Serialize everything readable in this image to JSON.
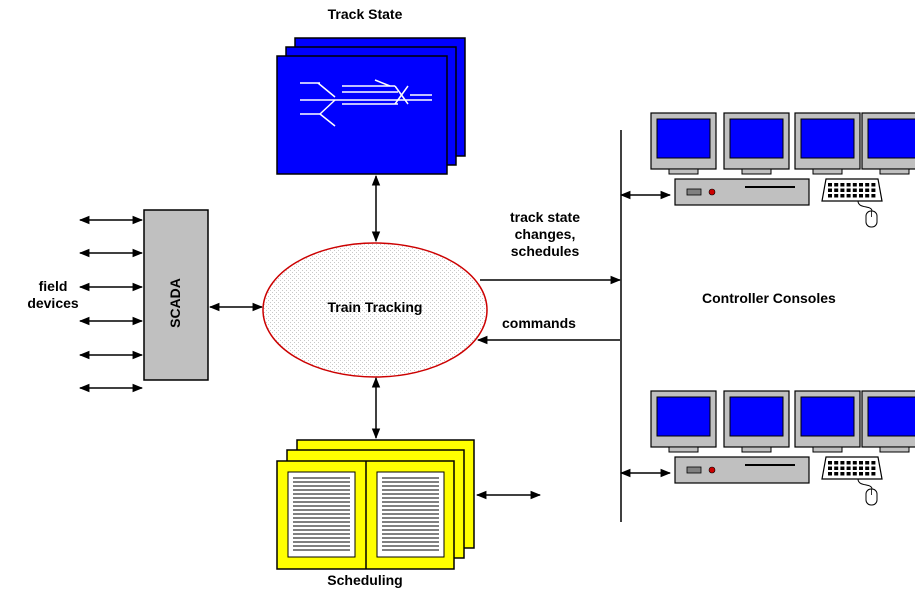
{
  "labels": {
    "track_state": "Track State",
    "scheduling": "Scheduling",
    "train_tracking": "Train Tracking",
    "scada": "SCADA",
    "field_devices_line1": "field",
    "field_devices_line2": "devices",
    "controller_consoles": "Controller Consoles",
    "flow_out_line1": "track state",
    "flow_out_line2": "changes,",
    "flow_out_line3": "schedules",
    "flow_in": "commands"
  },
  "colors": {
    "track_screen": "#0000ff",
    "scheduling_doc": "#ffff00",
    "scada_box": "#c0c0c0",
    "train_tracking_border": "#cc0000",
    "monitor_screen": "#0000ff",
    "monitor_bezel": "#c0c0c0"
  }
}
